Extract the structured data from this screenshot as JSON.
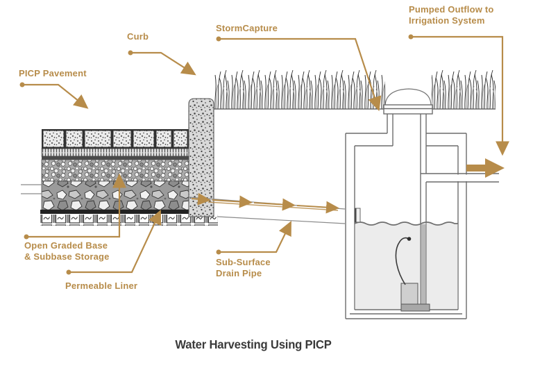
{
  "title": "Water Harvesting Using PICP",
  "colors": {
    "accent_gold": "#b78c4a",
    "title_text": "#3a3a3a",
    "drawing_outline": "#6b6b6b"
  },
  "labels": {
    "picp_pavement": "PICP Pavement",
    "curb": "Curb",
    "storm_capture": "StormCapture",
    "pumped_outflow": "Pumped Outflow to\nIrrigation System",
    "open_graded_base": "Open Graded Base\n& Subbase Storage",
    "permeable_liner": "Permeable Liner",
    "sub_surface_drain_pipe": "Sub-Surface\nDrain Pipe"
  }
}
